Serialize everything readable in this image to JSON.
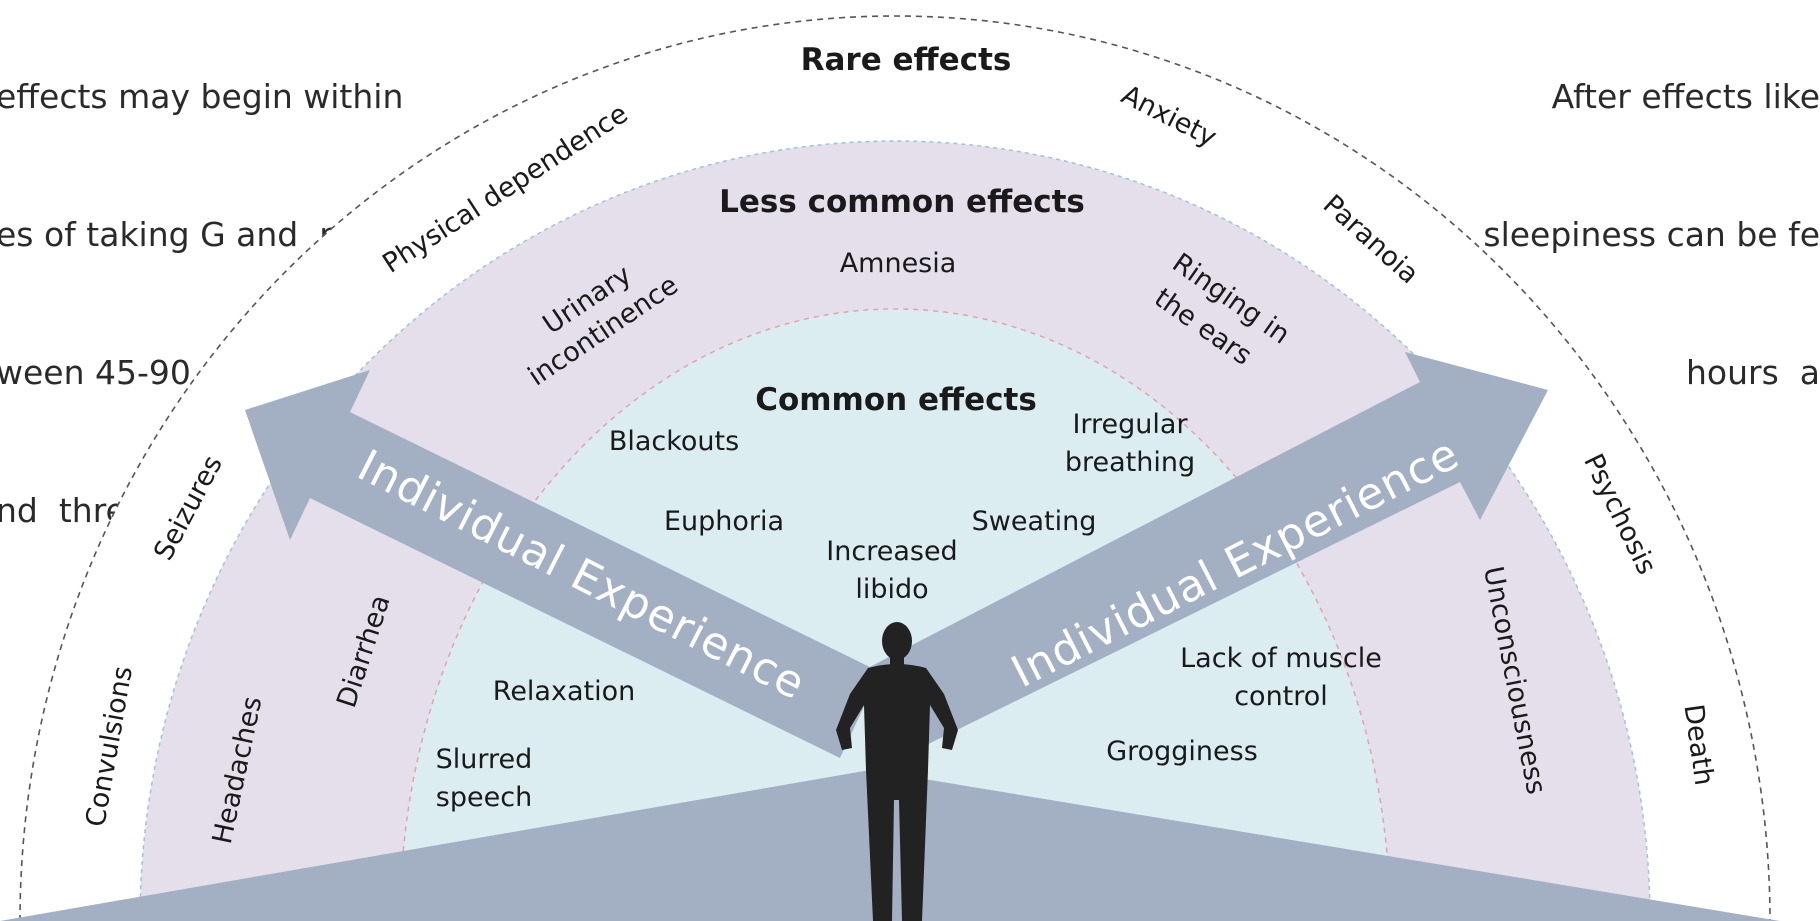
{
  "text_left": {
    "lines": [
      "effects may begin within",
      "es of taking G and  peak",
      "ween 45-90  minutes, and",
      "nd  three to four hours"
    ]
  },
  "text_right": {
    "lines": [
      "After effects like",
      "sleepiness can be fe",
      "hours  a"
    ]
  },
  "zones": {
    "rare_header": "Rare effects",
    "less_common_header": "Less common effects",
    "common_header": "Common effects"
  },
  "arrows": {
    "left_label": "Individual Experience",
    "right_label": "Individual Experience"
  },
  "rare_effects": {
    "physical_dependence": "Physical dependence",
    "anxiety": "Anxiety",
    "paranoia": "Paranoia",
    "seizures": "Seizures",
    "convulsions": "Convulsions",
    "psychosis": "Psychosis",
    "death": "Death"
  },
  "less_common_effects": {
    "amnesia": "Amnesia",
    "urinary_1": "Urinary",
    "urinary_2": "incontinence",
    "ringing_1": "Ringing in",
    "ringing_2": "the ears",
    "headaches": "Headaches",
    "diarrhea": "Diarrhea",
    "unconsciousness": "Unconsciousness"
  },
  "common_effects": {
    "blackouts": "Blackouts",
    "irregular_1": "Irregular",
    "irregular_2": "breathing",
    "euphoria": "Euphoria",
    "sweating": "Sweating",
    "libido_1": "Increased",
    "libido_2": "libido",
    "relaxation": "Relaxation",
    "slurred_1": "Slurred",
    "slurred_2": "speech",
    "muscle_1": "Lack of muscle",
    "muscle_2": "control",
    "grogginess": "Grogginess"
  },
  "colors": {
    "rare_zone": "#ffffff",
    "less_common_zone": "#e4dfeb",
    "common_zone": "#dbedf1",
    "arrow": "#a3afc3",
    "person": "#222222",
    "dashed_outer": "#555555",
    "dashed_inner": "#e3a3a8"
  }
}
